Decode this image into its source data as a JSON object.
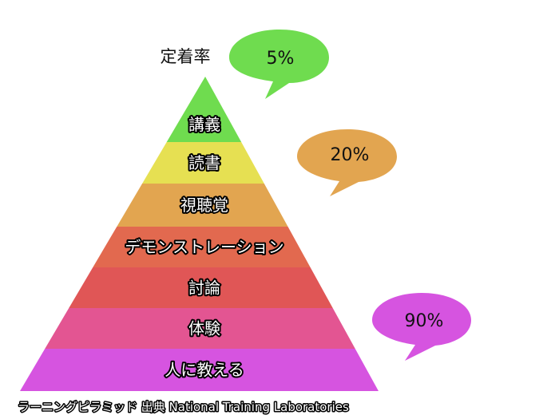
{
  "title": "定着率",
  "layers": [
    {
      "label": "講義",
      "color": "#6fdc4f"
    },
    {
      "label": "読書",
      "color": "#e6e052"
    },
    {
      "label": "視聴覚",
      "color": "#e2a550"
    },
    {
      "label": "デモンストレーション",
      "color": "#e2694f"
    },
    {
      "label": "討論",
      "color": "#e05656"
    },
    {
      "label": "体験",
      "color": "#e35592"
    },
    {
      "label": "人に教える",
      "color": "#d654e0"
    }
  ],
  "bubbles": [
    {
      "text": "5%",
      "color": "#6fdc4f"
    },
    {
      "text": "20%",
      "color": "#e2a550"
    },
    {
      "text": "90%",
      "color": "#d654e0"
    }
  ],
  "caption": "ラーニングピラミッド 出典 National Training Laboratories"
}
